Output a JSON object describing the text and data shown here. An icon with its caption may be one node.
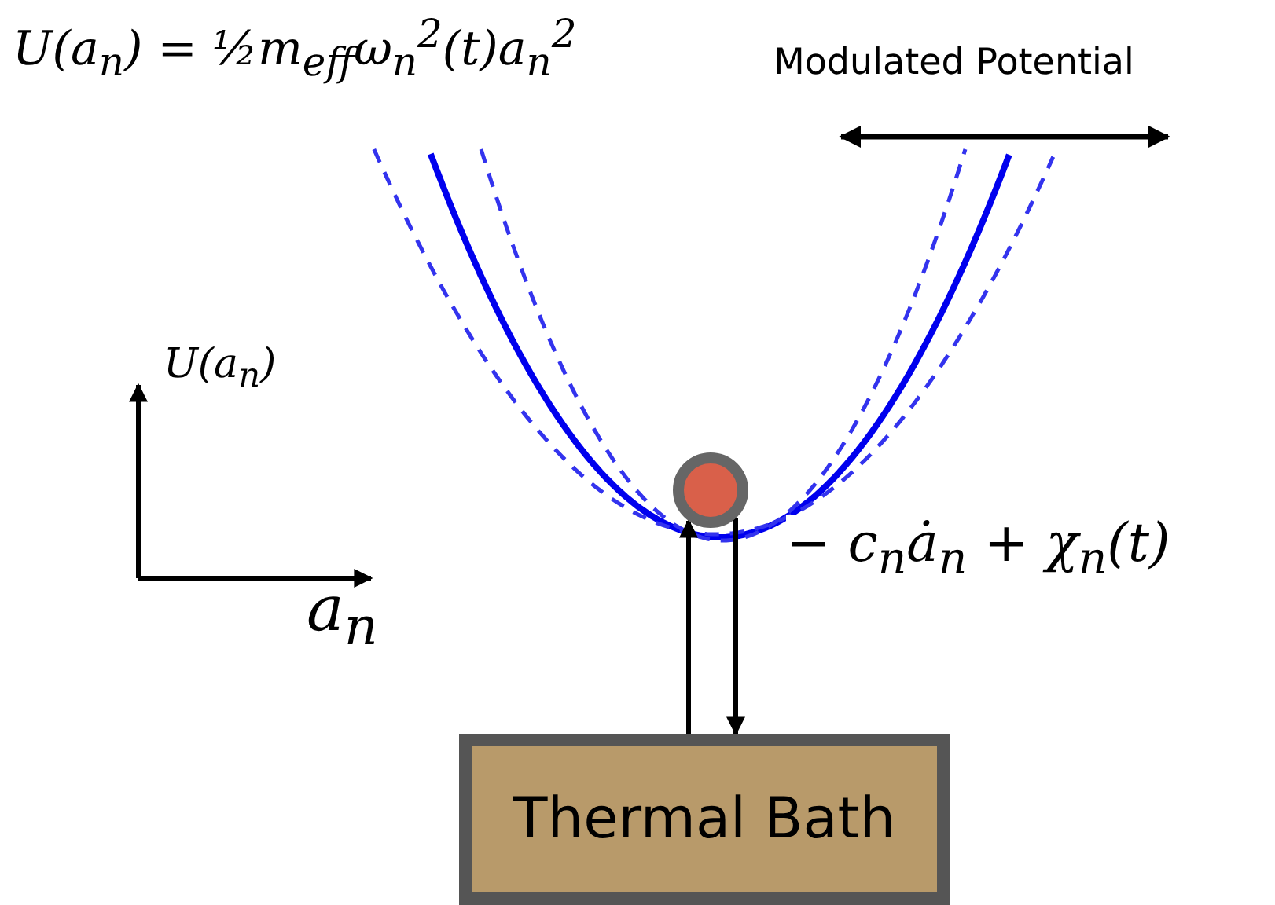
{
  "diagram": {
    "nodes": [
      {
        "text": [],
        "shape": "circle"
      },
      {
        "text": [
          "Thermal Bath"
        ]
      }
    ],
    "edges": [
      {
        "from": 1,
        "to": 0,
        "arrow": "to"
      },
      {
        "from": 0,
        "to": 1,
        "arrow": "to",
        "label": "− c$_{n}$ȧ$_{n}$ + χ$_{n}$(t)"
      }
    ],
    "labels": [
      "U(a$_{n}$) = ½m$_{eff}$ω$_{n}$$^{2}$(t)a$_{n}$$^{2}$",
      "Modulated Potential",
      "U(a$_{n}$)",
      "a$_{n}$"
    ]
  }
}
